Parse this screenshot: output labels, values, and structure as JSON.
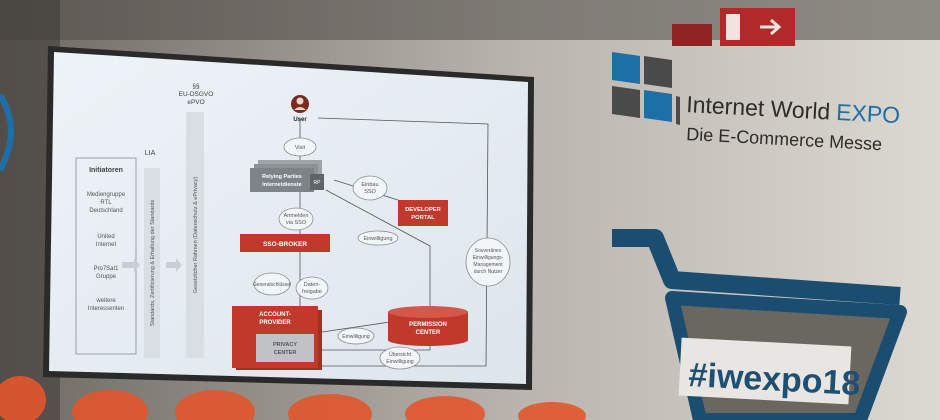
{
  "venue": {
    "brand_line1": "Internet World",
    "brand_line1_accent": "EXPO",
    "brand_line2": "Die E-Commerce Messe",
    "hashtag": "#iwexpo18",
    "accent_color": "#1d6fa8",
    "sign_color": "#b02a2a"
  },
  "slide": {
    "left_panel": {
      "heading": "Initiatoren",
      "entries": [
        "Mediengruppe",
        "RTL",
        "Deutschland",
        "United",
        "Internet",
        "Pro7Sat1",
        "Gruppe",
        "weitere",
        "Interessenten"
      ]
    },
    "lia_label": "LIA",
    "lia_column_text": "Standards, Zertifizierung & Erhaltung der Standards",
    "law_header": [
      "§§",
      "EU-DSGVO",
      "ePVO"
    ],
    "law_column_text": "Gesetzlicher Rahmen (Datenschutz & ePrivacy)",
    "user_label": "User",
    "visit_label": "Visit",
    "relying_parties": [
      "Relying Parties",
      "Internetdienste"
    ],
    "rp_tag": "RP",
    "einbau_sso": [
      "Einbau",
      "SSO"
    ],
    "developer_portal": [
      "DEVELOPER",
      "PORTAL"
    ],
    "anmelden": [
      "Anmelden",
      "via SSO"
    ],
    "einwilligung_top": "Einwilligung",
    "sso_broker": "SSO-BROKER",
    "generalschluessel": [
      "Generalschlüssel"
    ],
    "datenfreigabe": [
      "Daten-",
      "freigabe"
    ],
    "souveraenes": [
      "Souveränes",
      "Einwilligungs-",
      "Management",
      "durch Nutzer"
    ],
    "account_provider": [
      "ACCOUNT-",
      "PROVIDER"
    ],
    "privacy_center": [
      "PRIVACY",
      "CENTER"
    ],
    "einwilligung_bottom": "Einwilligung",
    "permission_center": [
      "PERMISSION",
      "CENTER"
    ],
    "uebersicht": [
      "Übersicht",
      "Einwilligung"
    ],
    "diagram_red": "#c0392b"
  }
}
